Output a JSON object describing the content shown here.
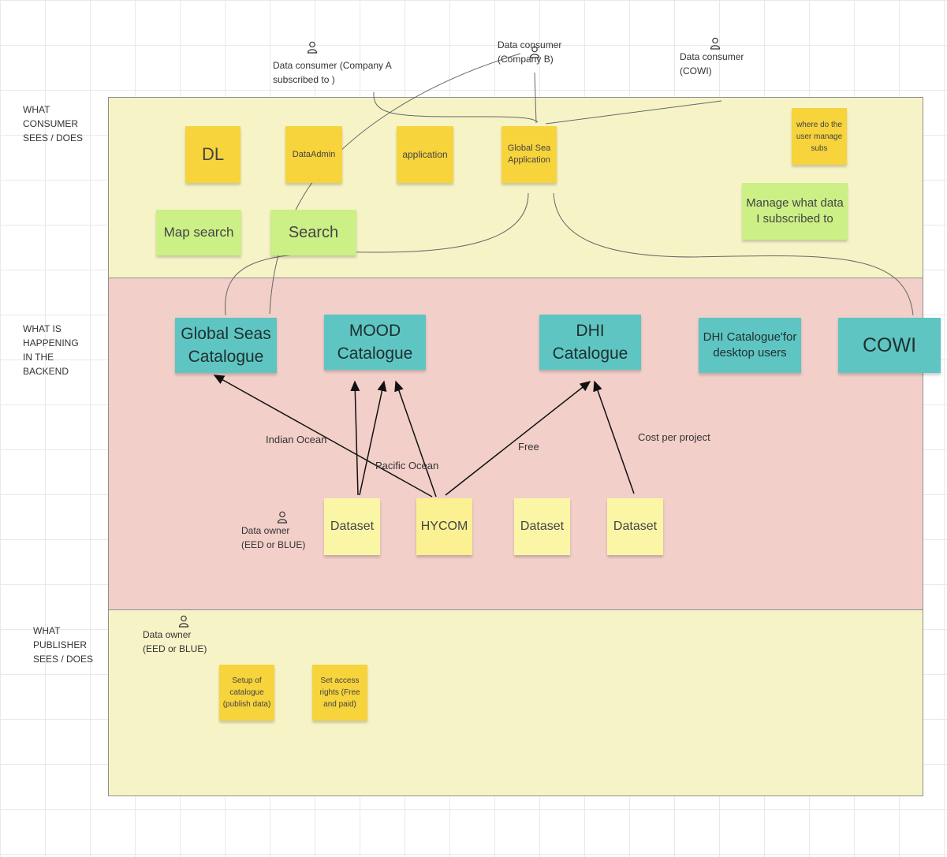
{
  "lanes": {
    "consumer": "WHAT CONSUMER SEES / DOES",
    "backend": "WHAT IS HAPPENING IN THE BACKEND",
    "publisher": "WHAT PUBLISHER SEES / DOES"
  },
  "actors": {
    "consumer_a": "Data consumer (Company A subscribed to )",
    "consumer_b": "Data consumer (Company B)",
    "consumer_cowi": "Data consumer (COWI)",
    "owner_backend": "Data owner (EED or BLUE)",
    "owner_publisher": "Data owner (EED or BLUE)"
  },
  "notes": {
    "dl": "DL",
    "dataadmin": "DataAdmin",
    "application": "application",
    "global_sea_app": "Global Sea Application",
    "where_manage": "where do the user manage subs",
    "manage_subscribed": "Manage what data I subscribed to",
    "map_search": "Map search",
    "search": "Search",
    "global_seas_catalogue": "Global Seas Catalogue",
    "mood_catalogue": "MOOD Catalogue",
    "dhi_catalogue": "DHI Catalogue",
    "dhi_desktop": "DHI Catalogue'for desktop users",
    "cowi": "COWI",
    "dataset1": "Dataset",
    "hycom": "HYCOM",
    "dataset2": "Dataset",
    "dataset3": "Dataset",
    "setup_catalogue": "Setup of catalogue (publish data)",
    "set_access": "Set access rights (Free and paid)"
  },
  "edge_labels": {
    "indian": "Indian Ocean",
    "pacific": "Pacific Ocean",
    "free": "Free",
    "cost": "Cost per project"
  },
  "colors": {
    "sticky_yellow": "#f7d33c",
    "sticky_light_yellow": "#fbf6a6",
    "sticky_green": "#ccef86",
    "sticky_teal": "#5ec5c2",
    "band_yellow": "#f6f4c7",
    "band_pink": "#f2cfc9"
  }
}
